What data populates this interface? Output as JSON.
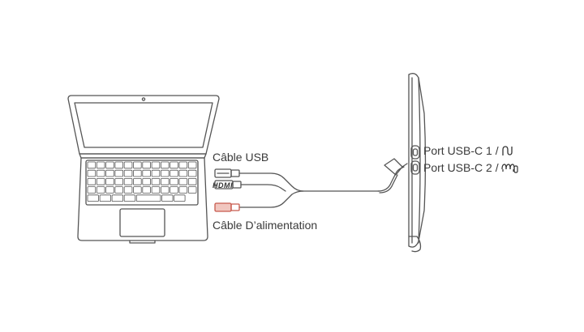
{
  "labels": {
    "usb_cable": "Câble USB",
    "hdmi": "HDMI",
    "power_cable": "Câble D’alimentation",
    "port1": "Port USB-C 1  /",
    "port2": "Port USB-C 2 /"
  },
  "icons": {
    "port1": "usb-cable-icon",
    "port2": "power-cable-icon"
  },
  "colors": {
    "line": "#4a4a4a",
    "power_connector": "#d9796c"
  }
}
